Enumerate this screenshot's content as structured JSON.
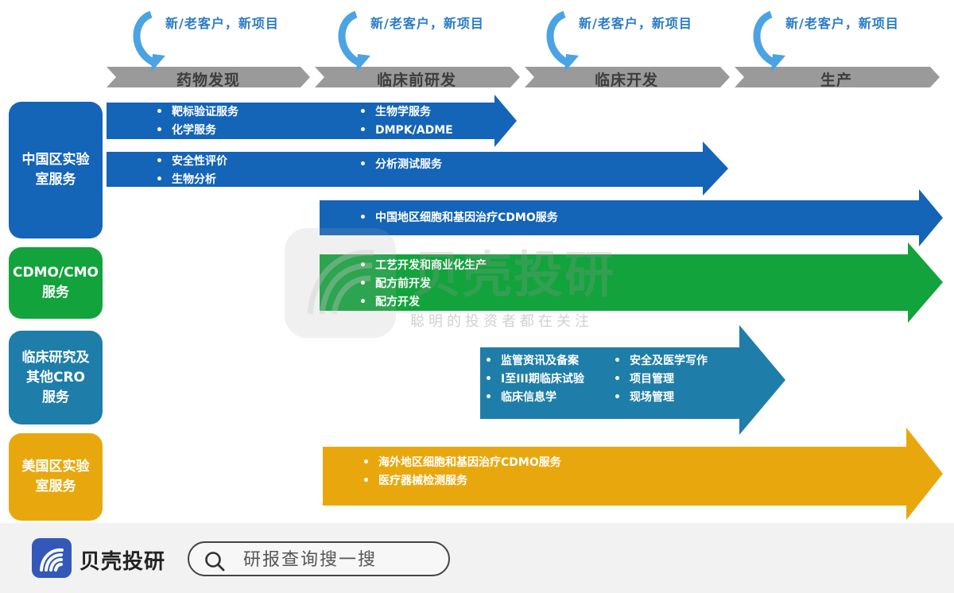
{
  "stages": [
    {
      "label": "药物发现",
      "note": "新/老客户，新项目"
    },
    {
      "label": "临床前研发",
      "note": "新/老客户，新项目"
    },
    {
      "label": "临床开发",
      "note": "新/老客户，新项目"
    },
    {
      "label": "生产",
      "note": "新/老客户，新项目"
    }
  ],
  "categories": [
    {
      "lines": [
        "中国区实验",
        "室服务"
      ],
      "color": "#1464b8"
    },
    {
      "lines": [
        "CDMO/CMO",
        "服务"
      ],
      "color": "#12a33c"
    },
    {
      "lines": [
        "临床研究及",
        "其他CRO",
        "服务"
      ],
      "color": "#1e7ea9"
    },
    {
      "lines": [
        "美国区实验",
        "室服务"
      ],
      "color": "#e8a80d"
    }
  ],
  "arrows": {
    "a1": {
      "col1": [
        "靶标验证服务",
        "化学服务"
      ],
      "col2": [
        "生物学服务",
        "DMPK/ADME"
      ]
    },
    "a2": {
      "col1": [
        "安全性评价",
        "生物分析"
      ],
      "col2": [
        "分析测试服务"
      ]
    },
    "a3": {
      "col1": [
        "中国地区细胞和基因治疗CDMO服务"
      ]
    },
    "a4": {
      "col1": [
        "工艺开发和商业化生产",
        "配方前开发",
        "配方开发"
      ]
    },
    "a5": {
      "col1": [
        "监管资讯及备案",
        "I至III期临床试验",
        "临床信息学"
      ],
      "col2": [
        "安全及医学写作",
        "项目管理",
        "现场管理"
      ]
    },
    "a6": {
      "col1": [
        "海外地区细胞和基因治疗CDMO服务",
        "医疗器械检测服务"
      ]
    }
  },
  "watermark": {
    "title": "贝壳投研",
    "subtitle": "聪明的投资者都在关注"
  },
  "footer": {
    "brand": "贝壳投研",
    "search_placeholder": "研报查询搜一搜"
  },
  "colors": {
    "blue": "#1464b8",
    "green": "#12a33c",
    "teal": "#1e7ea9",
    "gold": "#e8a80d",
    "stage_gray": "#9a9a9a",
    "accent": "#2a7bc6"
  }
}
